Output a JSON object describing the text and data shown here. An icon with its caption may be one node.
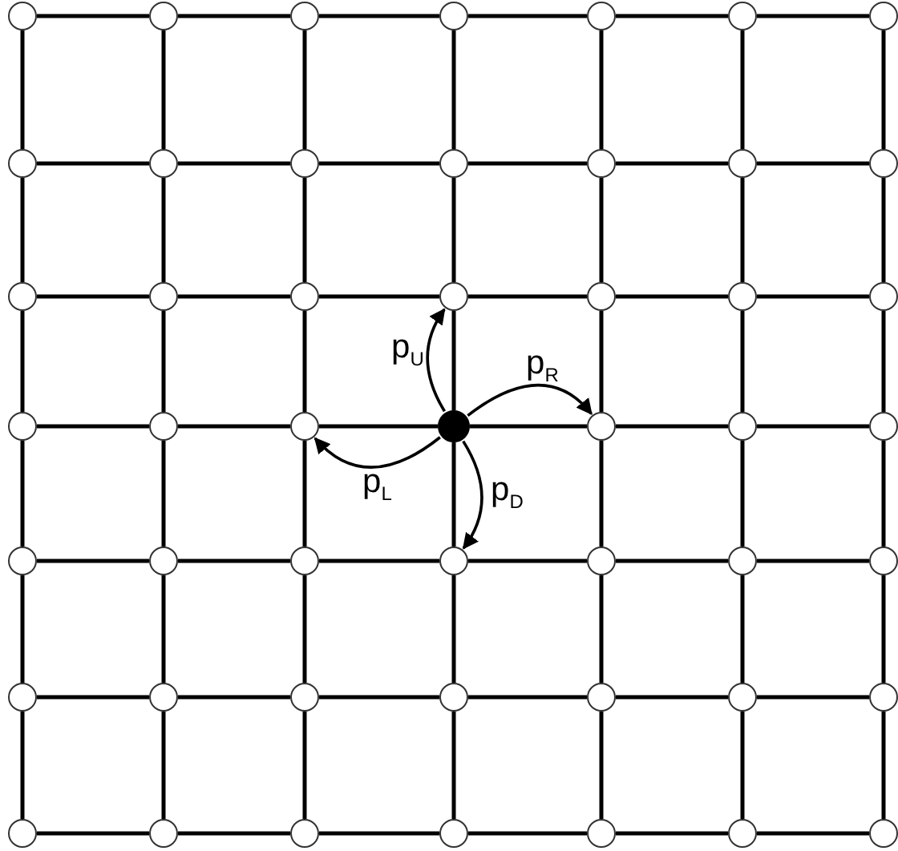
{
  "diagram": {
    "nodes": [
      {
        "text": [],
        "shape": "circle"
      },
      {
        "text": [],
        "shape": "circle"
      },
      {
        "text": [],
        "shape": "circle"
      },
      {
        "text": [],
        "shape": "circle"
      },
      {
        "text": [],
        "shape": "circle"
      },
      {
        "text": [],
        "shape": "circle"
      },
      {
        "text": [],
        "shape": "circle"
      },
      {
        "text": [],
        "shape": "circle"
      },
      {
        "text": [],
        "shape": "circle"
      },
      {
        "text": [],
        "shape": "circle"
      },
      {
        "text": [],
        "shape": "circle"
      },
      {
        "text": [],
        "shape": "circle"
      },
      {
        "text": [],
        "shape": "circle"
      },
      {
        "text": [],
        "shape": "circle"
      },
      {
        "text": [],
        "shape": "circle"
      },
      {
        "text": [],
        "shape": "circle"
      },
      {
        "text": [],
        "shape": "circle"
      },
      {
        "text": [],
        "shape": "circle"
      },
      {
        "text": [],
        "shape": "circle"
      },
      {
        "text": [],
        "shape": "circle"
      },
      {
        "text": [],
        "shape": "circle"
      },
      {
        "text": [],
        "shape": "circle"
      },
      {
        "text": [],
        "shape": "circle"
      },
      {
        "text": [],
        "shape": "circle"
      },
      {
        "text": [],
        "shape": "dot"
      },
      {
        "text": [],
        "shape": "circle"
      },
      {
        "text": [],
        "shape": "circle"
      },
      {
        "text": [],
        "shape": "circle"
      },
      {
        "text": [],
        "shape": "circle"
      },
      {
        "text": [],
        "shape": "circle"
      },
      {
        "text": [],
        "shape": "circle"
      },
      {
        "text": [],
        "shape": "circle"
      },
      {
        "text": [],
        "shape": "circle"
      },
      {
        "text": [],
        "shape": "circle"
      },
      {
        "text": [],
        "shape": "circle"
      },
      {
        "text": [],
        "shape": "circle"
      },
      {
        "text": [],
        "shape": "circle"
      },
      {
        "text": [],
        "shape": "circle"
      },
      {
        "text": [],
        "shape": "circle"
      },
      {
        "text": [],
        "shape": "circle"
      },
      {
        "text": [],
        "shape": "circle"
      },
      {
        "text": [],
        "shape": "circle"
      },
      {
        "text": [],
        "shape": "circle"
      },
      {
        "text": [],
        "shape": "circle"
      },
      {
        "text": [],
        "shape": "circle"
      },
      {
        "text": [],
        "shape": "circle"
      },
      {
        "text": [],
        "shape": "circle"
      },
      {
        "text": [],
        "shape": "circle"
      },
      {
        "text": [],
        "shape": "circle"
      }
    ],
    "edges": [
      {
        "from": 0,
        "to": 1,
        "arrow": "none"
      },
      {
        "from": 1,
        "to": 2,
        "arrow": "none"
      },
      {
        "from": 2,
        "to": 3,
        "arrow": "none"
      },
      {
        "from": 3,
        "to": 4,
        "arrow": "none"
      },
      {
        "from": 4,
        "to": 5,
        "arrow": "none"
      },
      {
        "from": 5,
        "to": 6,
        "arrow": "none"
      },
      {
        "from": 7,
        "to": 8,
        "arrow": "none"
      },
      {
        "from": 8,
        "to": 9,
        "arrow": "none"
      },
      {
        "from": 9,
        "to": 10,
        "arrow": "none"
      },
      {
        "from": 10,
        "to": 11,
        "arrow": "none"
      },
      {
        "from": 11,
        "to": 12,
        "arrow": "none"
      },
      {
        "from": 12,
        "to": 13,
        "arrow": "none"
      },
      {
        "from": 14,
        "to": 15,
        "arrow": "none"
      },
      {
        "from": 15,
        "to": 16,
        "arrow": "none"
      },
      {
        "from": 16,
        "to": 17,
        "arrow": "none"
      },
      {
        "from": 17,
        "to": 18,
        "arrow": "none"
      },
      {
        "from": 18,
        "to": 19,
        "arrow": "none"
      },
      {
        "from": 19,
        "to": 20,
        "arrow": "none"
      },
      {
        "from": 21,
        "to": 22,
        "arrow": "none"
      },
      {
        "from": 22,
        "to": 23,
        "arrow": "none"
      },
      {
        "from": 23,
        "to": 24,
        "arrow": "none"
      },
      {
        "from": 24,
        "to": 25,
        "arrow": "none"
      },
      {
        "from": 25,
        "to": 26,
        "arrow": "none"
      },
      {
        "from": 26,
        "to": 27,
        "arrow": "none"
      },
      {
        "from": 28,
        "to": 29,
        "arrow": "none"
      },
      {
        "from": 29,
        "to": 30,
        "arrow": "none"
      },
      {
        "from": 30,
        "to": 31,
        "arrow": "none"
      },
      {
        "from": 31,
        "to": 32,
        "arrow": "none"
      },
      {
        "from": 32,
        "to": 33,
        "arrow": "none"
      },
      {
        "from": 33,
        "to": 34,
        "arrow": "none"
      },
      {
        "from": 35,
        "to": 36,
        "arrow": "none"
      },
      {
        "from": 36,
        "to": 37,
        "arrow": "none"
      },
      {
        "from": 37,
        "to": 38,
        "arrow": "none"
      },
      {
        "from": 38,
        "to": 39,
        "arrow": "none"
      },
      {
        "from": 39,
        "to": 40,
        "arrow": "none"
      },
      {
        "from": 40,
        "to": 41,
        "arrow": "none"
      },
      {
        "from": 42,
        "to": 43,
        "arrow": "none"
      },
      {
        "from": 43,
        "to": 44,
        "arrow": "none"
      },
      {
        "from": 44,
        "to": 45,
        "arrow": "none"
      },
      {
        "from": 45,
        "to": 46,
        "arrow": "none"
      },
      {
        "from": 46,
        "to": 47,
        "arrow": "none"
      },
      {
        "from": 47,
        "to": 48,
        "arrow": "none"
      },
      {
        "from": 0,
        "to": 7,
        "arrow": "none"
      },
      {
        "from": 7,
        "to": 14,
        "arrow": "none"
      },
      {
        "from": 14,
        "to": 21,
        "arrow": "none"
      },
      {
        "from": 21,
        "to": 28,
        "arrow": "none"
      },
      {
        "from": 28,
        "to": 35,
        "arrow": "none"
      },
      {
        "from": 35,
        "to": 42,
        "arrow": "none"
      },
      {
        "from": 1,
        "to": 8,
        "arrow": "none"
      },
      {
        "from": 8,
        "to": 15,
        "arrow": "none"
      },
      {
        "from": 15,
        "to": 22,
        "arrow": "none"
      },
      {
        "from": 22,
        "to": 29,
        "arrow": "none"
      },
      {
        "from": 29,
        "to": 36,
        "arrow": "none"
      },
      {
        "from": 36,
        "to": 43,
        "arrow": "none"
      },
      {
        "from": 2,
        "to": 9,
        "arrow": "none"
      },
      {
        "from": 9,
        "to": 16,
        "arrow": "none"
      },
      {
        "from": 16,
        "to": 23,
        "arrow": "none"
      },
      {
        "from": 23,
        "to": 30,
        "arrow": "none"
      },
      {
        "from": 30,
        "to": 37,
        "arrow": "none"
      },
      {
        "from": 37,
        "to": 44,
        "arrow": "none"
      },
      {
        "from": 3,
        "to": 10,
        "arrow": "none"
      },
      {
        "from": 10,
        "to": 17,
        "arrow": "none"
      },
      {
        "from": 17,
        "to": 24,
        "arrow": "none"
      },
      {
        "from": 24,
        "to": 31,
        "arrow": "none"
      },
      {
        "from": 31,
        "to": 38,
        "arrow": "none"
      },
      {
        "from": 38,
        "to": 45,
        "arrow": "none"
      },
      {
        "from": 4,
        "to": 11,
        "arrow": "none"
      },
      {
        "from": 11,
        "to": 18,
        "arrow": "none"
      },
      {
        "from": 18,
        "to": 25,
        "arrow": "none"
      },
      {
        "from": 25,
        "to": 32,
        "arrow": "none"
      },
      {
        "from": 32,
        "to": 39,
        "arrow": "none"
      },
      {
        "from": 39,
        "to": 46,
        "arrow": "none"
      },
      {
        "from": 5,
        "to": 12,
        "arrow": "none"
      },
      {
        "from": 12,
        "to": 19,
        "arrow": "none"
      },
      {
        "from": 19,
        "to": 26,
        "arrow": "none"
      },
      {
        "from": 26,
        "to": 33,
        "arrow": "none"
      },
      {
        "from": 33,
        "to": 40,
        "arrow": "none"
      },
      {
        "from": 40,
        "to": 47,
        "arrow": "none"
      },
      {
        "from": 6,
        "to": 13,
        "arrow": "none"
      },
      {
        "from": 13,
        "to": 20,
        "arrow": "none"
      },
      {
        "from": 20,
        "to": 27,
        "arrow": "none"
      },
      {
        "from": 27,
        "to": 34,
        "arrow": "none"
      },
      {
        "from": 34,
        "to": 41,
        "arrow": "none"
      },
      {
        "from": 41,
        "to": 48,
        "arrow": "none"
      },
      {
        "from": 24,
        "to": 17,
        "arrow": "to",
        "label": "p$_{U}$"
      },
      {
        "from": 24,
        "to": 25,
        "arrow": "to",
        "label": "p$_{R}$"
      },
      {
        "from": 24,
        "to": 23,
        "arrow": "to",
        "label": "p$_{L}$"
      },
      {
        "from": 24,
        "to": 31,
        "arrow": "to",
        "label": "p$_{D}$"
      }
    ]
  }
}
